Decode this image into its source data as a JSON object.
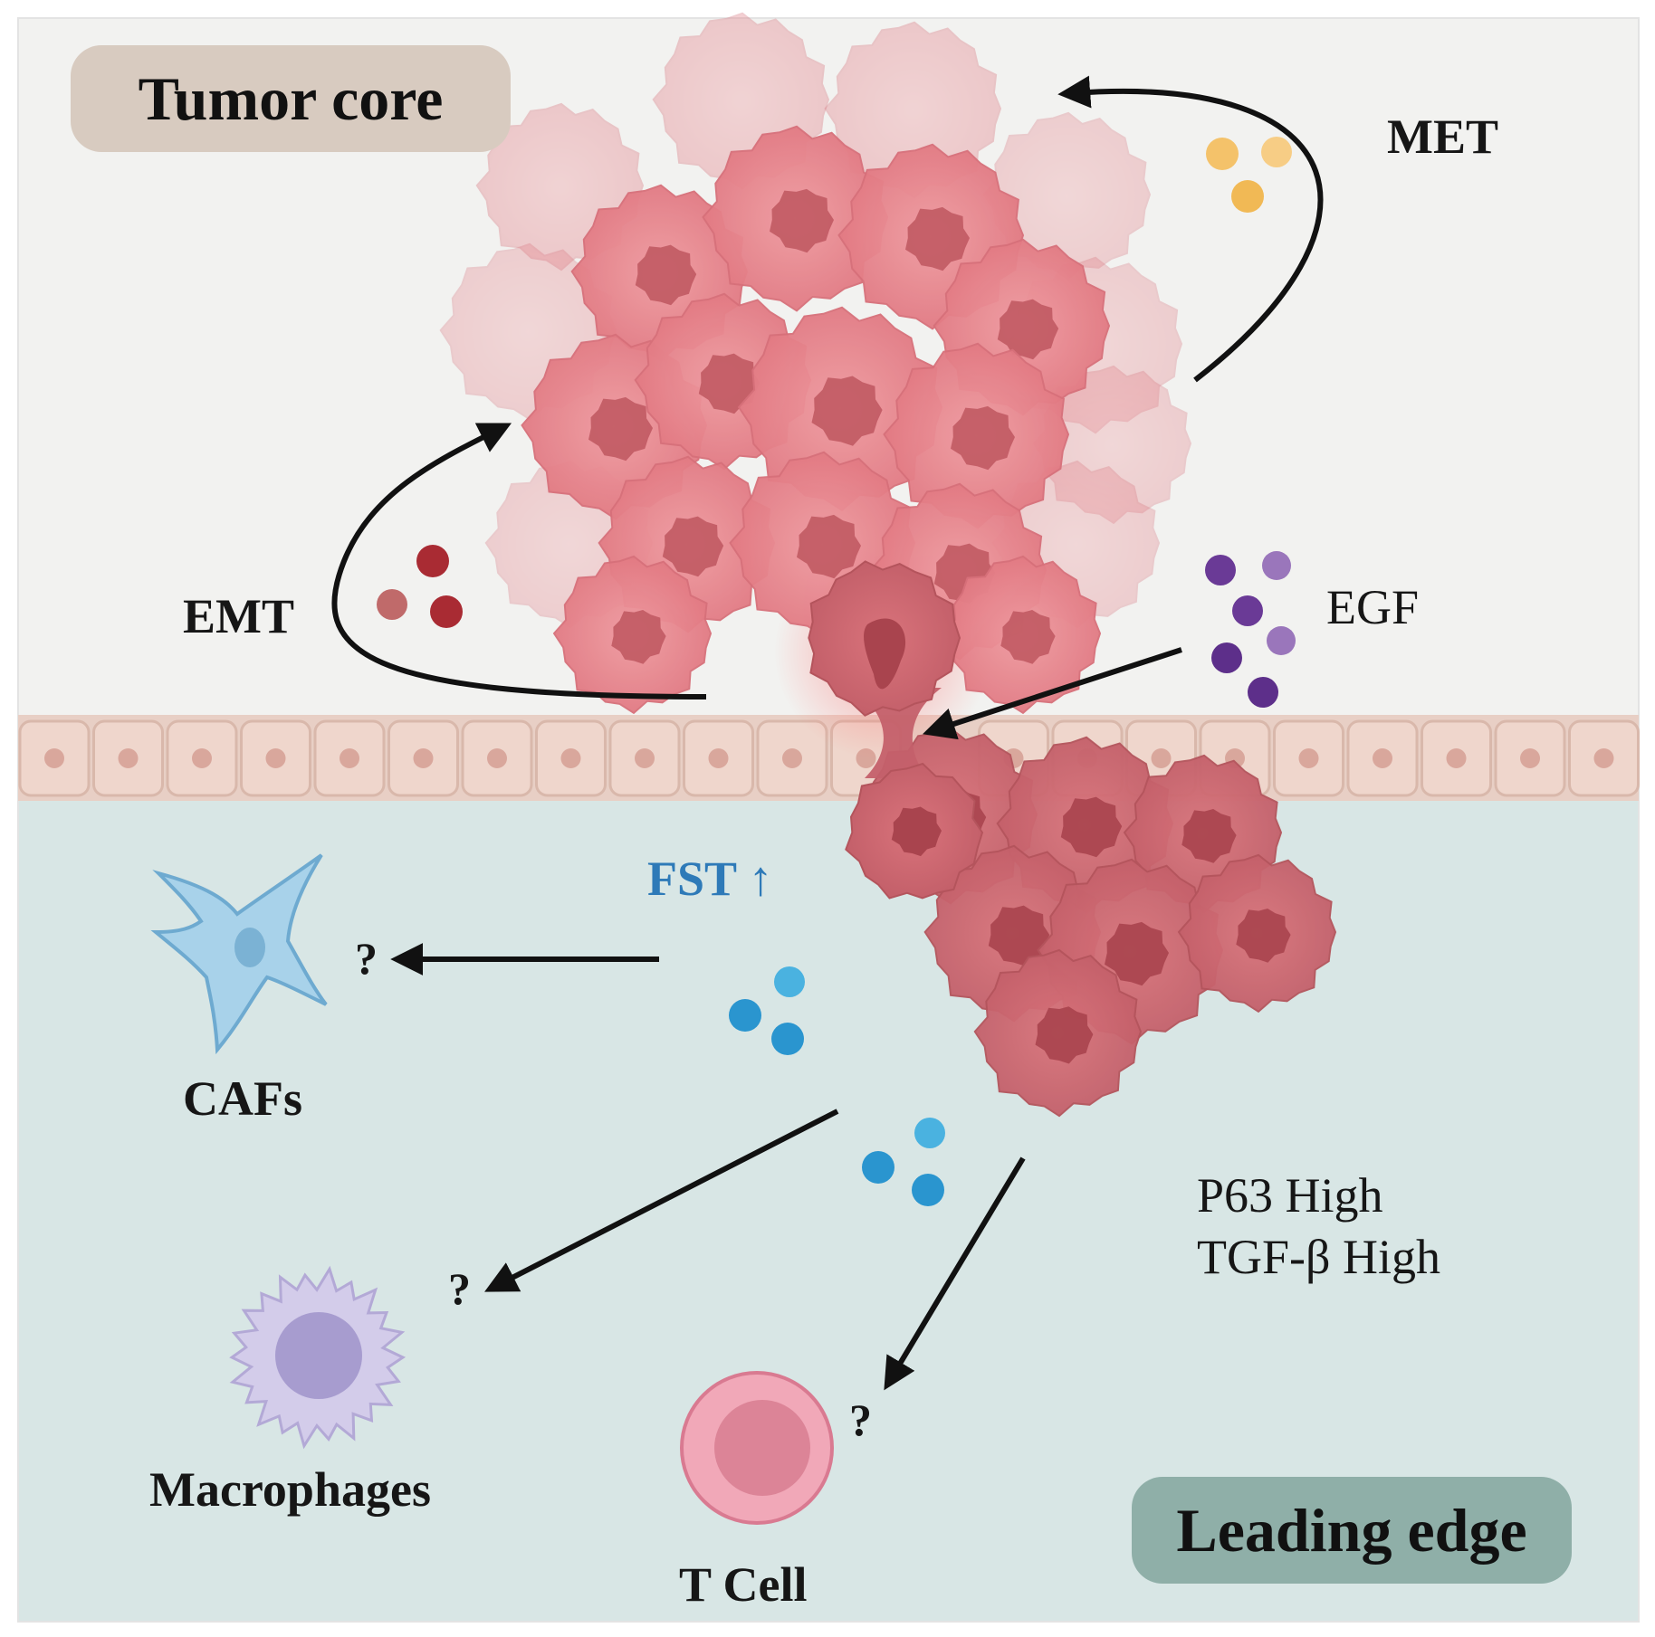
{
  "labels": {
    "tumor_core": "Tumor core",
    "leading_edge": "Leading edge",
    "met": "MET",
    "emt": "EMT",
    "egf": "EGF",
    "fst": "FST ↑",
    "cafs": "CAFs",
    "macrophages": "Macrophages",
    "t_cell": "T Cell",
    "p63": "P63 High",
    "tgf": "TGF-β High",
    "question": "?"
  },
  "colors": {
    "top_background": "#f2f2f0",
    "bottom_background": "#d8e6e5",
    "tumor_pink": "#e8838b",
    "tumor_dark": "#c75e66",
    "nucleus": "#b64e58",
    "epithelium": "#efd6cc",
    "met_particles": "#f4c26a",
    "emt_particles": "#a92b33",
    "egf_particles": "#6a3a96",
    "fst_particles": "#2a95cf",
    "fst_text": "#2e7ab8",
    "caf": "#8fc3e0",
    "macrophage": "#c9c1e2",
    "t_cell": "#e58fa3"
  }
}
